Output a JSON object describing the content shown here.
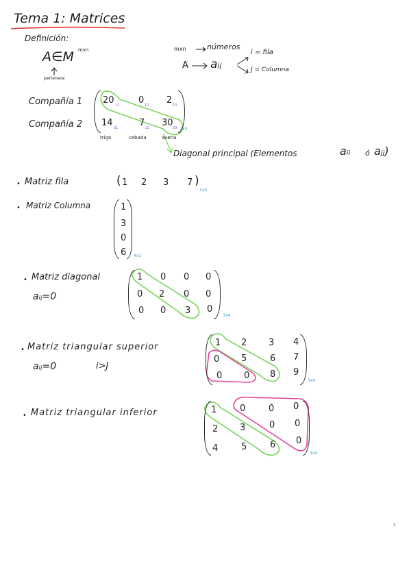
{
  "title": "Tema 1: Matrices",
  "colors": {
    "ink": "#1e1e1e",
    "title_underline": "#e53935",
    "green": "#7bd35a",
    "pink": "#e0459a",
    "blue": "#3aa0c8",
    "purple": "#7a4fd0"
  },
  "definition": {
    "label": "Definición:",
    "formula": "A∈M",
    "formula_sup": "mxn",
    "arrow_label": "pertenece",
    "mxn": "mxn",
    "numeros": "números",
    "A": "A",
    "aij": "aᵢⱼ",
    "i_fila": "i = fila",
    "j_columna": "J = Columna"
  },
  "companies": {
    "rows": [
      "Compañía 1",
      "Compañía 2"
    ],
    "values": [
      [
        "20",
        "0",
        "2"
      ],
      [
        "14",
        "7",
        "30"
      ]
    ],
    "subscripts": [
      [
        "11",
        "12",
        "13"
      ],
      [
        "21",
        "22",
        "23"
      ]
    ],
    "columns": [
      "trigo",
      "cebada",
      "avena"
    ],
    "dim": "2x3",
    "diagonal_label": "Diagonal principal (Elementos",
    "diagonal_a": "aᵢᵢ",
    "diagonal_o": "ó",
    "diagonal_b": "aⱼⱼ)"
  },
  "fila": {
    "label": "Matriz fila",
    "values": [
      "1",
      "2",
      "3",
      "7"
    ],
    "dim": "1x4"
  },
  "columna": {
    "label": "Matriz Columna",
    "values": [
      "1",
      "3",
      "0",
      "6"
    ],
    "dim": "4x1"
  },
  "diagonal": {
    "label": "Matriz diagonal",
    "condition": "aᵢⱼ=0",
    "rows": [
      [
        "1",
        "0",
        "0",
        "0"
      ],
      [
        "0",
        "2",
        "0",
        "0"
      ],
      [
        "0",
        "0",
        "3",
        "0"
      ]
    ],
    "dim": "3x4"
  },
  "superior": {
    "label": "Matriz triangular superior",
    "condition": "aᵢⱼ=0",
    "condition2": "i>J",
    "rows": [
      [
        "1",
        "2",
        "3",
        "4"
      ],
      [
        "0",
        "5",
        "6",
        "7"
      ],
      [
        "0",
        "0",
        "8",
        "9"
      ]
    ],
    "dim": "3x4"
  },
  "inferior": {
    "label": "Matriz triangular inferior",
    "rows": [
      [
        "1",
        "0",
        "0",
        "0"
      ],
      [
        "2",
        "3",
        "0",
        "0"
      ],
      [
        "4",
        "5",
        "6",
        "0"
      ]
    ],
    "dim": "3x4"
  },
  "page_mark": "8"
}
